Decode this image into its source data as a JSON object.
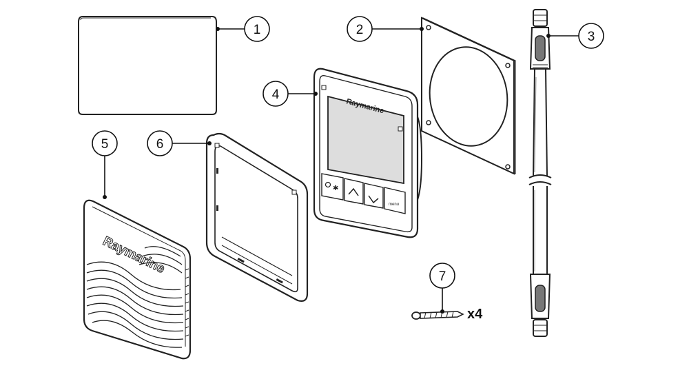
{
  "diagram": {
    "callouts": [
      {
        "id": "1",
        "label": "1"
      },
      {
        "id": "2",
        "label": "2"
      },
      {
        "id": "3",
        "label": "3"
      },
      {
        "id": "4",
        "label": "4"
      },
      {
        "id": "5",
        "label": "5"
      },
      {
        "id": "6",
        "label": "6"
      },
      {
        "id": "7",
        "label": "7"
      }
    ],
    "brand_text": "Raymarine",
    "keypad_text": "menu",
    "screw_quantity": "x4"
  }
}
